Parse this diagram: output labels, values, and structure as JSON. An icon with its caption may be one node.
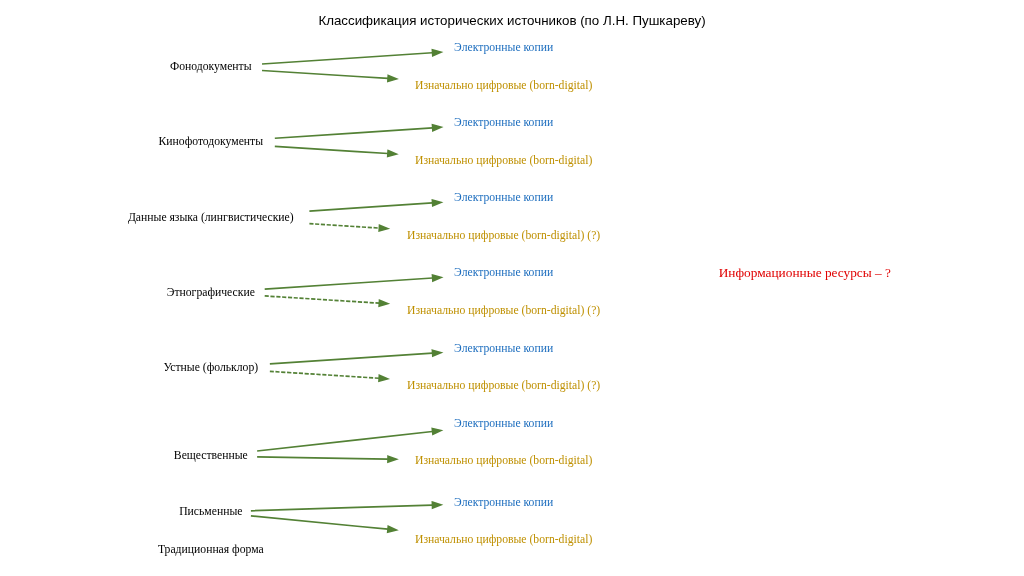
{
  "diagram": {
    "title": "Классификация исторических источников (по Л.Н. Пушкареву)",
    "nodes": [
      {
        "text": [
          "Письменные"
        ]
      },
      {
        "text": [
          "Электронные копии"
        ]
      },
      {
        "text": [
          "Изначально цифровые (born-digital)"
        ]
      },
      {
        "text": [
          "Вещественные"
        ]
      },
      {
        "text": [
          "Электронные копии"
        ]
      },
      {
        "text": [
          "Изначально цифровые (born-digital)"
        ]
      },
      {
        "text": [
          "Устные (фольклор)"
        ]
      },
      {
        "text": [
          "Электронные копии"
        ]
      },
      {
        "text": [
          "Изначально цифровые (born-digital) (?)"
        ]
      },
      {
        "text": [
          "Этнографические"
        ]
      },
      {
        "text": [
          "Электронные копии"
        ]
      },
      {
        "text": [
          "Изначально цифровые (born-digital) (?)"
        ]
      },
      {
        "text": [
          "Данные языка (лингвистические)"
        ]
      },
      {
        "text": [
          "Электронные копии"
        ]
      },
      {
        "text": [
          "Изначально цифровые (born-digital) (?)"
        ]
      },
      {
        "text": [
          "Кинофотодокументы"
        ]
      },
      {
        "text": [
          "Электронные копии"
        ]
      },
      {
        "text": [
          "Изначально цифровые (born-digital)"
        ]
      },
      {
        "text": [
          "Фонодокументы"
        ]
      },
      {
        "text": [
          "Электронные копии"
        ]
      },
      {
        "text": [
          "Изначально цифровые (born-digital)"
        ]
      }
    ],
    "edges": [
      {
        "from": 0,
        "to": 1,
        "arrow": "to"
      },
      {
        "from": 0,
        "to": 2,
        "arrow": "to"
      },
      {
        "from": 3,
        "to": 4,
        "arrow": "to"
      },
      {
        "from": 3,
        "to": 5,
        "arrow": "to"
      },
      {
        "from": 6,
        "to": 7,
        "arrow": "to"
      },
      {
        "from": 6,
        "to": 8,
        "arrow": "to",
        "style": "dashed"
      },
      {
        "from": 9,
        "to": 10,
        "arrow": "to"
      },
      {
        "from": 9,
        "to": 11,
        "arrow": "to",
        "style": "dashed"
      },
      {
        "from": 12,
        "to": 13,
        "arrow": "to"
      },
      {
        "from": 12,
        "to": 14,
        "arrow": "to",
        "style": "dashed"
      },
      {
        "from": 15,
        "to": 16,
        "arrow": "to"
      },
      {
        "from": 15,
        "to": 17,
        "arrow": "to"
      },
      {
        "from": 18,
        "to": 19,
        "arrow": "to"
      },
      {
        "from": 18,
        "to": 20,
        "arrow": "to"
      }
    ],
    "labels": [
      "Традиционная форма",
      "Информационные ресурсы – ?"
    ]
  }
}
